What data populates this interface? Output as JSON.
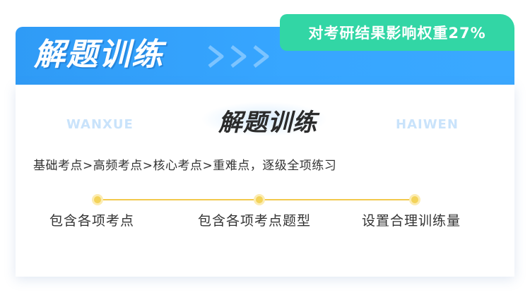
{
  "banner": {
    "title": "解题训练",
    "chevrons": ">>>",
    "tag": "对考研结果影响权重27%"
  },
  "card": {
    "title": "解题训练",
    "watermark_left": "WANXUE",
    "watermark_right": "HAIWEN",
    "subtitle": "基础考点>高频考点>核心考点>重难点，逐级全项练习",
    "steps": [
      "包含各项考点",
      "包含各项考点题型",
      "设置合理训练量"
    ]
  },
  "colors": {
    "banner": "#37a6ff",
    "tag": "#32d6a5",
    "timeline": "#f2c94c"
  }
}
